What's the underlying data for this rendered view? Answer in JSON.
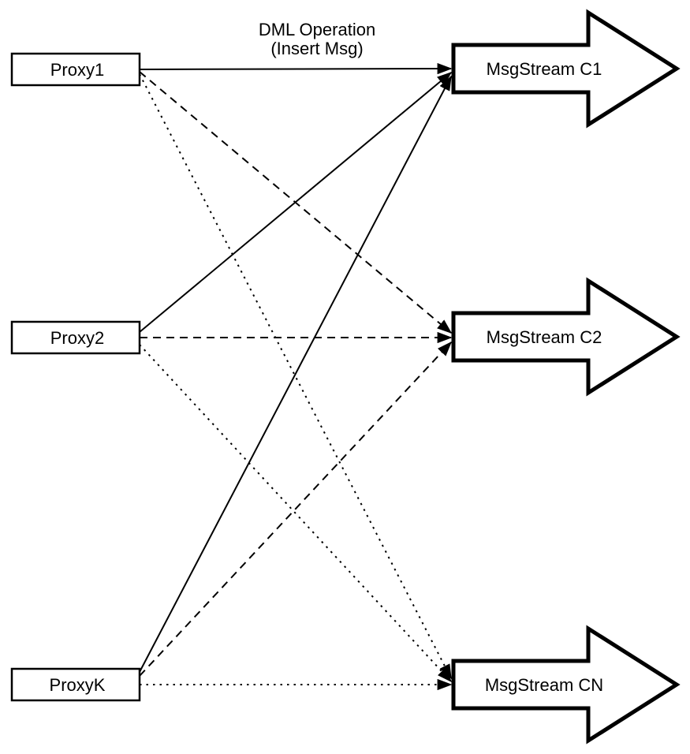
{
  "diagram": {
    "title": {
      "line1": "DML Operation",
      "line2": "(Insert Msg)"
    },
    "proxies": [
      {
        "label": "Proxy1"
      },
      {
        "label": "Proxy2"
      },
      {
        "label": "ProxyK"
      }
    ],
    "streams": [
      {
        "label": "MsgStream C1"
      },
      {
        "label": "MsgStream C2"
      },
      {
        "label": "MsgStream CN"
      }
    ],
    "connections": [
      {
        "from": "Proxy1",
        "to": "MsgStream C1",
        "line_style": "solid"
      },
      {
        "from": "Proxy1",
        "to": "MsgStream C2",
        "line_style": "dashed"
      },
      {
        "from": "Proxy1",
        "to": "MsgStream CN",
        "line_style": "dotted"
      },
      {
        "from": "Proxy2",
        "to": "MsgStream C1",
        "line_style": "solid"
      },
      {
        "from": "Proxy2",
        "to": "MsgStream C2",
        "line_style": "dashed"
      },
      {
        "from": "Proxy2",
        "to": "MsgStream CN",
        "line_style": "dotted"
      },
      {
        "from": "ProxyK",
        "to": "MsgStream C1",
        "line_style": "solid"
      },
      {
        "from": "ProxyK",
        "to": "MsgStream C2",
        "line_style": "dashed"
      },
      {
        "from": "ProxyK",
        "to": "MsgStream CN",
        "line_style": "dotted"
      }
    ],
    "colors": {
      "stroke": "#000000",
      "background": "#ffffff"
    }
  }
}
